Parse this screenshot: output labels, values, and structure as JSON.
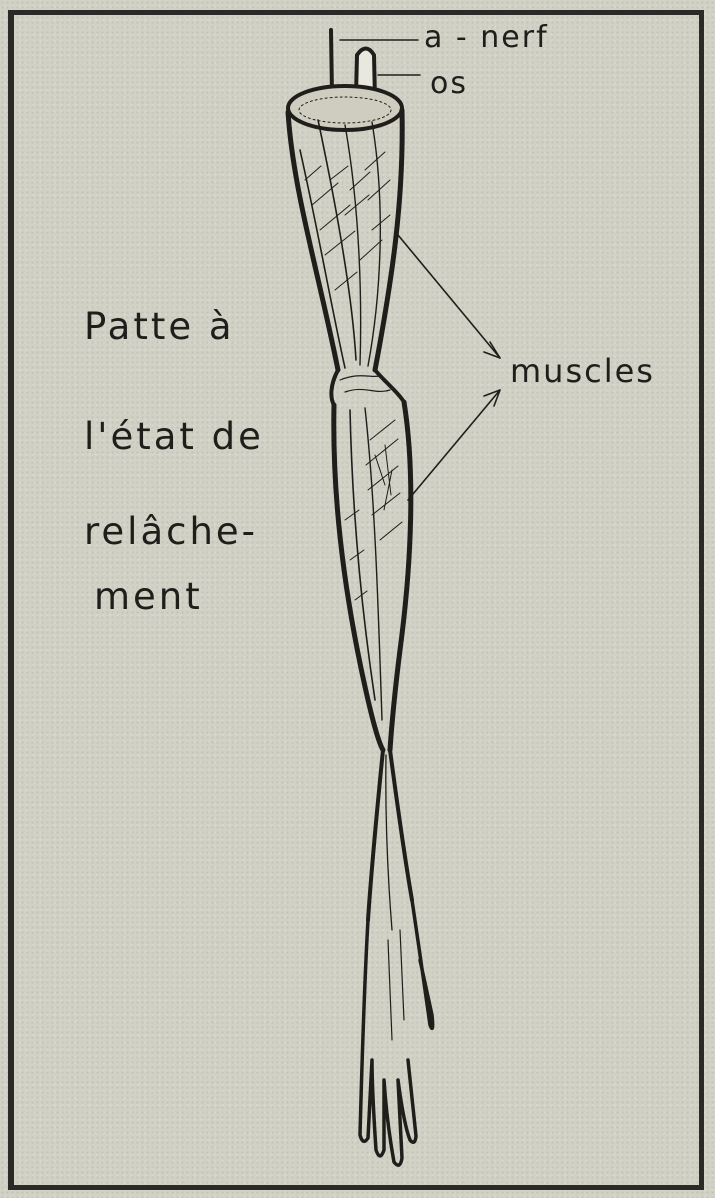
{
  "labels": {
    "nerve": "a - nerf",
    "bone": "os",
    "muscles": "muscles",
    "caption_lines": [
      "Patte à",
      "l'état de",
      "relâche-",
      "ment"
    ]
  },
  "colors": {
    "paper": "#d2d1c5",
    "ink": "#1f1e1b"
  }
}
